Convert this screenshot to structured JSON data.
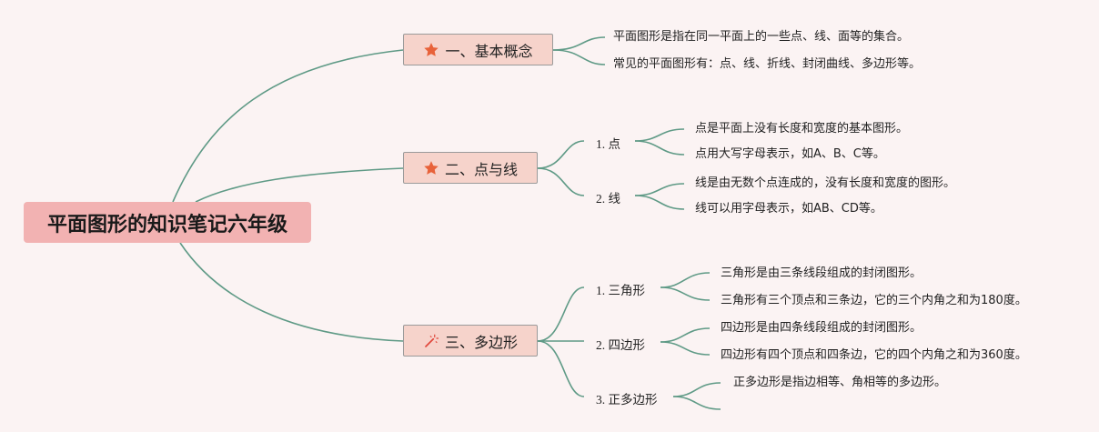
{
  "root": {
    "title": "平面图形的知识笔记六年级"
  },
  "branches": [
    {
      "label": "一、基本概念",
      "icon": "star-icon",
      "leaves": [
        "平面图形是指在同一平面上的一些点、线、面等的集合。",
        "常见的平面图形有：点、线、折线、封闭曲线、多边形等。"
      ]
    },
    {
      "label": "二、点与线",
      "icon": "star-icon",
      "subs": [
        {
          "label": "1. 点",
          "leaves": [
            "点是平面上没有长度和宽度的基本图形。",
            "点用大写字母表示，如A、B、C等。"
          ]
        },
        {
          "label": "2. 线",
          "leaves": [
            "线是由无数个点连成的，没有长度和宽度的图形。",
            "线可以用字母表示，如AB、CD等。"
          ]
        }
      ]
    },
    {
      "label": "三、多边形",
      "icon": "magic-wand-icon",
      "subs": [
        {
          "label": "1. 三角形",
          "leaves": [
            "三角形是由三条线段组成的封闭图形。",
            "三角形有三个顶点和三条边，它的三个内角之和为180度。"
          ]
        },
        {
          "label": "2. 四边形",
          "leaves": [
            "四边形是由四条线段组成的封闭图形。",
            "四边形有四个顶点和四条边，它的四个内角之和为360度。"
          ]
        },
        {
          "label": "3. 正多边形",
          "leaves": [
            "正多边形是指边相等、角相等的多边形。"
          ]
        }
      ]
    }
  ],
  "colors": {
    "line": "#5f9a86",
    "root_bg": "#f2b2b2",
    "branch_bg": "#f6d3cb",
    "star": "#e8623a",
    "wand": "#e0463a"
  }
}
